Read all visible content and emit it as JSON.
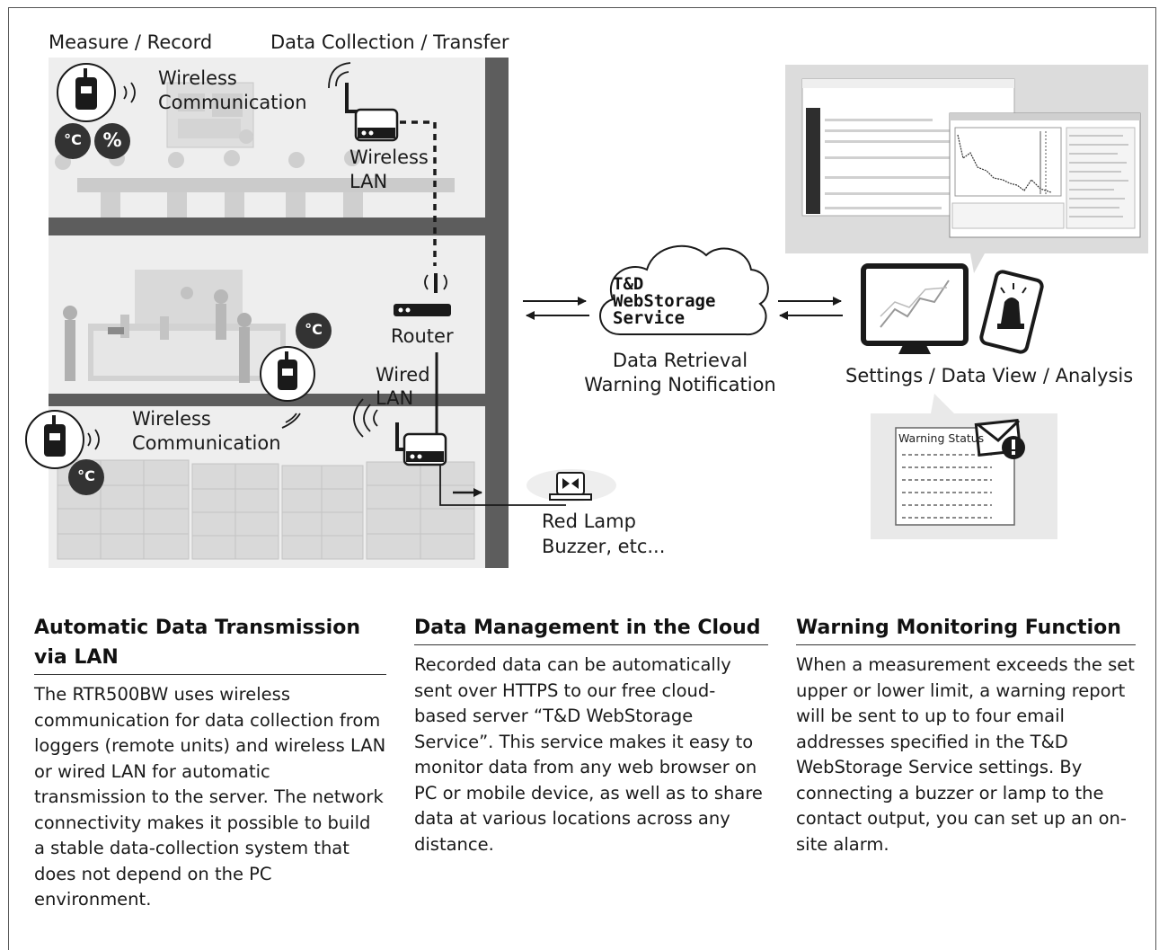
{
  "diagram": {
    "labels": {
      "measure_record": "Measure / Record",
      "data_collection": "Data Collection / Transfer",
      "wireless_comm_top_1": "Wireless",
      "wireless_comm_top_2": "Communication",
      "wireless_lan_1": "Wireless",
      "wireless_lan_2": "LAN",
      "router": "Router",
      "wired_lan_1": "Wired",
      "wired_lan_2": "LAN",
      "wireless_comm_bottom_1": "Wireless",
      "wireless_comm_bottom_2": "Communication",
      "red_lamp_1": "Red Lamp",
      "red_lamp_2": "Buzzer, etc...",
      "cloud_1": "T&D",
      "cloud_2": "WebStorage",
      "cloud_3": "Service",
      "data_retrieval_1": "Data Retrieval",
      "data_retrieval_2": "Warning Notification",
      "settings_view": "Settings / Data View / Analysis",
      "warning_status": "Warning Status R",
      "celsius": "°C",
      "percent": "%"
    }
  },
  "sections": [
    {
      "title": "Automatic Data Transmission via LAN",
      "body": "The RTR500BW uses wireless communication for data collection from loggers (remote units) and wireless LAN or wired LAN for automatic transmission to the server. The network connectivity makes it possible to build a stable data-collection system that does not depend on the PC environment."
    },
    {
      "title": "Data Management in the Cloud",
      "body": "Recorded data can be automatically sent over HTTPS to our free cloud-based server “T&D WebStorage Service”. This service makes it easy to monitor data from any web browser on PC or mobile device, as well as to share data at various locations across any distance."
    },
    {
      "title": "Warning Monitoring Function",
      "body": "When a measurement exceeds the set upper or lower limit, a warning report will be sent to up to four email addresses specified in the T&D WebStorage Service settings. By connecting a buzzer or lamp to the contact output, you can set up an on-site alarm."
    }
  ],
  "colors": {
    "dark": "#1a1a1a",
    "building_gray": "#5d5d5d",
    "light_gray": "#e9e9e9",
    "screen_panel": "#dcdcdc"
  }
}
